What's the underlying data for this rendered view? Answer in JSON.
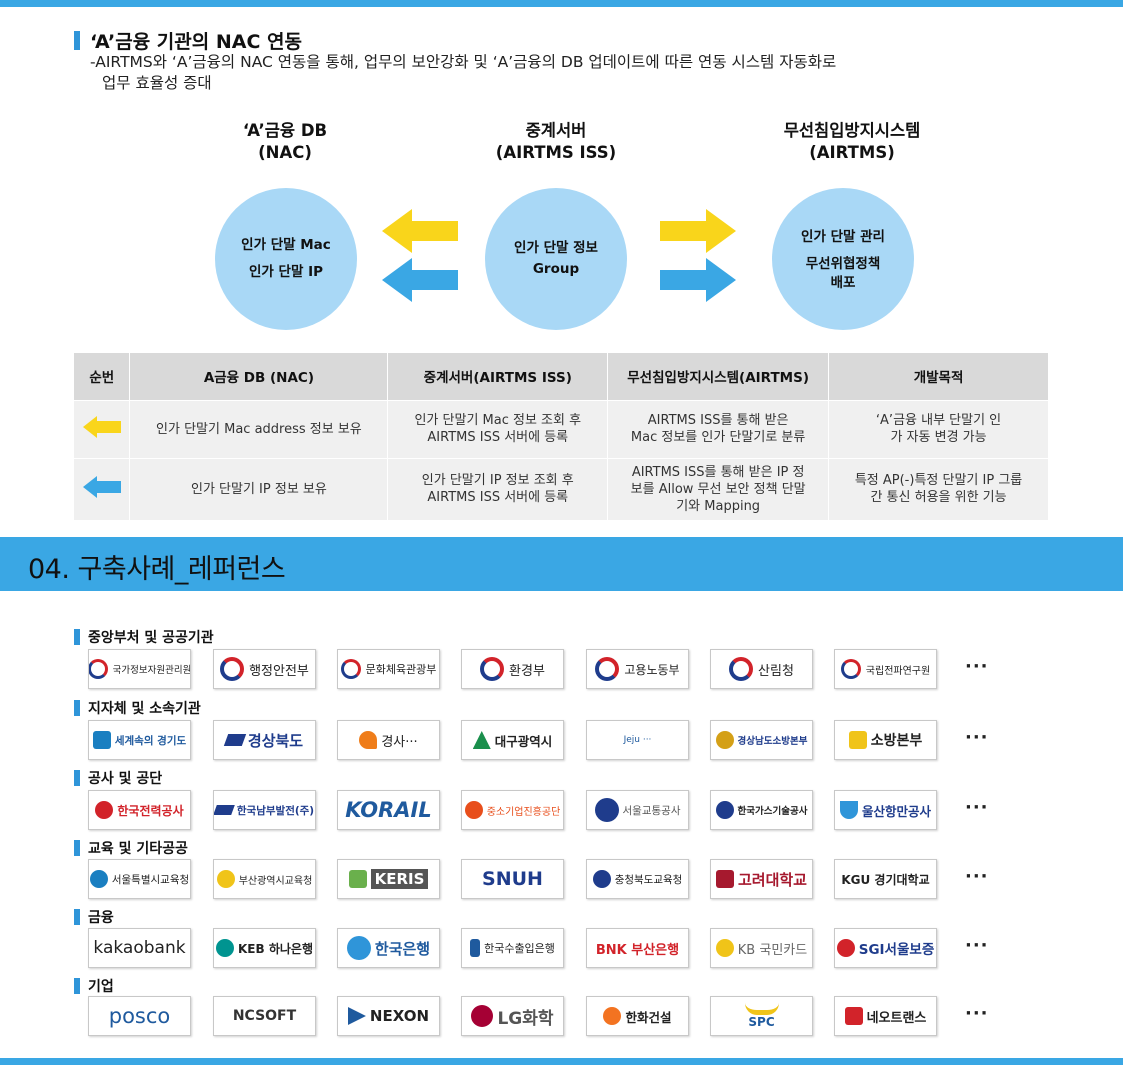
{
  "section": {
    "title": "‘A’금융 기관의 NAC 연동",
    "desc_line1": "-AIRTMS와 ‘A’금융의 NAC 연동을 통해, 업무의 보안강화 및 ‘A’금융의 DB 업데이트에 따른 연동 시스템 자동화로",
    "desc_line2": "업무 효율성 증대"
  },
  "diagram": {
    "columns": [
      {
        "title1": "‘A’금융 DB",
        "title2": "(NAC)",
        "line1": "인가 단말 Mac",
        "line2": "인가 단말 IP"
      },
      {
        "title1": "중계서버",
        "title2": "(AIRTMS ISS)",
        "line1": "인가 단말 정보",
        "line2": "Group"
      },
      {
        "title1": "무선침입방지시스템",
        "title2": "(AIRTMS)",
        "line1": "인가 단말 관리",
        "line2": "무선위협정책",
        "line3": "배포"
      }
    ],
    "colors": {
      "circle": "#a9d8f6",
      "arrow_yellow": "#f9d51b",
      "arrow_blue": "#3aa7e4"
    }
  },
  "table": {
    "headers": [
      "순번",
      "A금융 DB (NAC)",
      "중계서버(AIRTMS ISS)",
      "무선침입방지시스템(AIRTMS)",
      "개발목적"
    ],
    "rows": [
      {
        "icon": "yellow-arrow-icon",
        "nac": "인가 단말기 Mac address 정보 보유",
        "iss_1": "인가 단말기 Mac 정보 조회 후",
        "iss_2": "AIRTMS ISS 서버에 등록",
        "airtms_1": "AIRTMS ISS를 통해 받은",
        "airtms_2": "Mac 정보를 인가 단말기로 분류",
        "purpose_1": "‘A’금융 내부 단말기  인",
        "purpose_2": "가 자동 변경  가능"
      },
      {
        "icon": "blue-arrow-icon",
        "nac": "인가 단말기 IP 정보 보유",
        "iss_1": "인가 단말기 IP 정보 조회 후",
        "iss_2": "AIRTMS ISS 서버에 등록",
        "airtms_1": "AIRTMS ISS를 통해 받은 IP 정",
        "airtms_2": "보를 Allow 무선 보안 정책 단말",
        "airtms_3": "기와 Mapping",
        "purpose_1": "특정 AP(-)특정 단말기 IP 그룹",
        "purpose_2": "간 통신 허용을 위한 기능"
      }
    ]
  },
  "references": {
    "title": "04. 구축사례_레퍼런스",
    "more": "···",
    "categories": [
      {
        "name": "중앙부처 및 공공기관",
        "logos": [
          "국가정보자원관리원",
          "행정안전부",
          "문화체육관광부",
          "환경부",
          "고용노동부",
          "산림청",
          "국립전파연구원"
        ]
      },
      {
        "name": "지자체 및 소속기관",
        "logos": [
          "세계속의 경기도",
          "경상북도",
          "경사···",
          "대구광역시",
          "Jeju ···",
          "경상남도소방본부",
          "소방본부"
        ]
      },
      {
        "name": "공사 및 공단",
        "logos": [
          "한국전력공사",
          "한국남부발전(주)",
          "KORAIL",
          "중소기업진흥공단",
          "서울교통공사",
          "한국가스기술공사",
          "울산항만공사"
        ]
      },
      {
        "name": "교육 및 기타공공",
        "logos": [
          "서울특별시교육청",
          "부산광역시교육청",
          "KERIS",
          "SNUH",
          "충청북도교육청",
          "고려대학교",
          "KGU 경기대학교"
        ]
      },
      {
        "name": "금융",
        "logos": [
          "kakaobank",
          "KEB 하나은행",
          "한국은행",
          "한국수출입은행",
          "BNK 부산은행",
          "KB 국민카드",
          "SGI서울보증"
        ]
      },
      {
        "name": "기업",
        "logos": [
          "posco",
          "NCSOFT",
          "NEXON",
          "LG화학",
          "한화건설",
          "SPC",
          "네오트랜스"
        ]
      }
    ]
  }
}
